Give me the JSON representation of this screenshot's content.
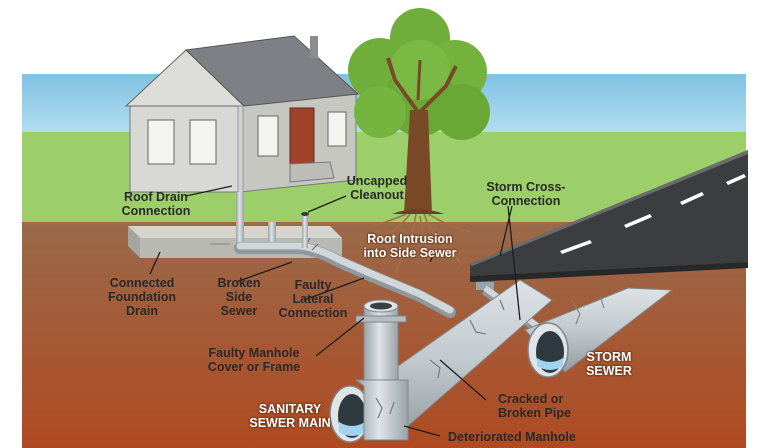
{
  "labels": {
    "roof_drain": "Roof Drain\nConnection",
    "uncapped_cleanout": "Uncapped\nCleanout",
    "storm_cross": "Storm Cross-\nConnection",
    "root_intrusion": "Root Intrusion\ninto Side Sewer",
    "connected_foundation": "Connected\nFoundation\nDrain",
    "broken_side_sewer": "Broken\nSide\nSewer",
    "faulty_lateral": "Faulty\nLateral\nConnection",
    "faulty_manhole": "Faulty Manhole\nCover or Frame",
    "cracked_pipe": "Cracked or\nBroken Pipe",
    "storm_sewer": "STORM\nSEWER",
    "sanitary_main": "SANITARY\nSEWER MAIN",
    "deteriorated_manhole": "Deteriorated Manhole"
  },
  "colors": {
    "sky": "#8ecbe6",
    "grass": "#9ccf6a",
    "soil_top": "#9a6a4a",
    "soil_bottom": "#b04a22",
    "pipe": "#c6cdd2",
    "pipe_dark": "#8f989e",
    "water": "#9fd3f0",
    "house_wall": "#d8d8d4",
    "roof": "#7d8084",
    "door": "#a0432a",
    "tree_foliage": "#6fae3a",
    "trunk": "#7a4a28",
    "road": "#3b3d40"
  },
  "icons": {
    "house": "house-icon",
    "tree": "tree-icon"
  }
}
